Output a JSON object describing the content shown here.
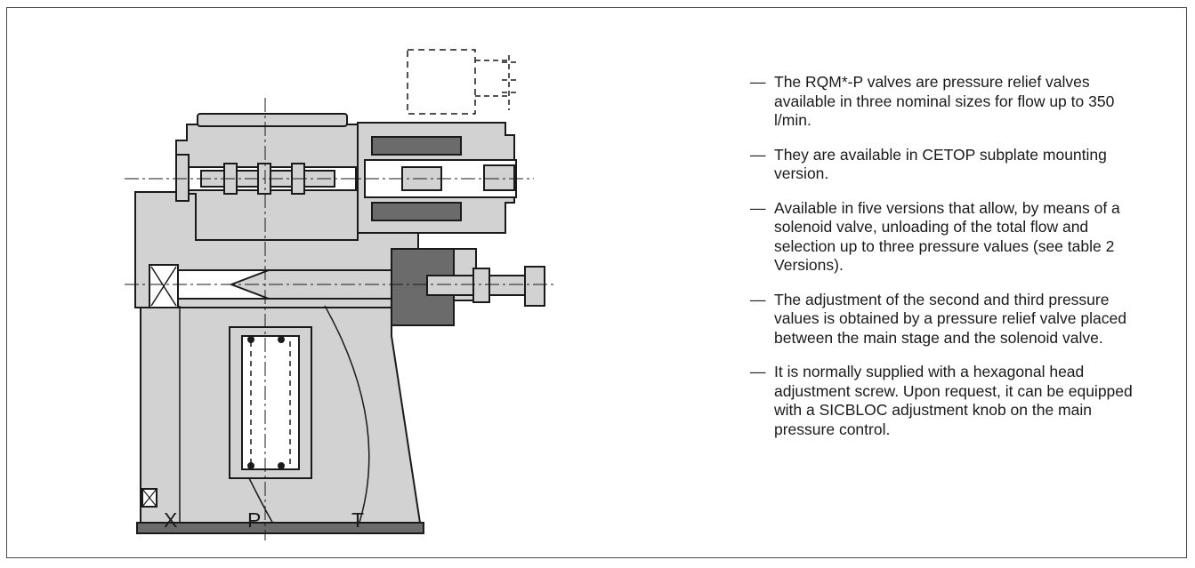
{
  "ports": {
    "x": "X",
    "p": "P",
    "t": "T"
  },
  "bullet_marker": "—",
  "bullets": [
    "The RQM*-P valves are pressure relief valves available in three nominal sizes for flow up to 350 l/min.",
    "They are available in CETOP subplate mounting version.",
    "Available in five versions that allow, by means of a solenoid valve,  unloading of the total flow and  selection up to three pressure values (see table 2 Versions).",
    "The adjustment of the second and third pressure values is obtained by a pressure relief valve placed between the main stage and the solenoid valve.",
    "It is normally supplied with a hexagonal head adjustment screw. Upon request, it can be equipped with a SICBLOC adjustment knob on the main pressure control."
  ],
  "colors": {
    "body_fill": "#d2d2d2",
    "dark_fill": "#6b6b6b",
    "outline": "#1a1a1a",
    "frame": "#4a4a4a"
  }
}
